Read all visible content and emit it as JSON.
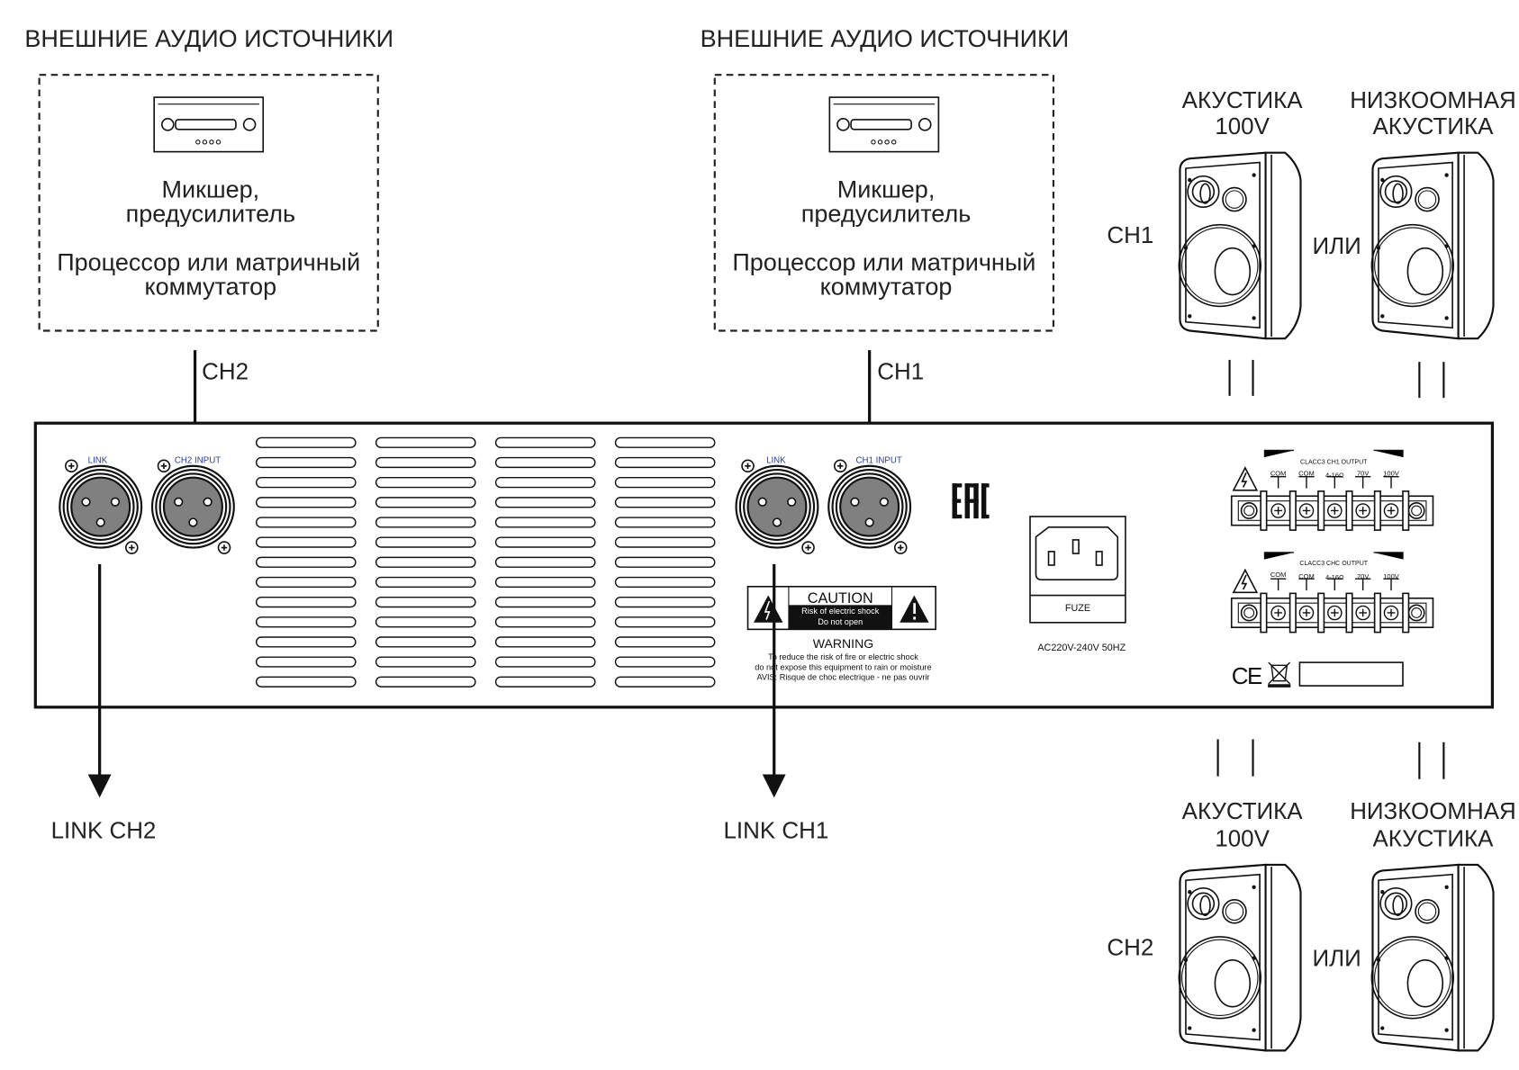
{
  "sources": [
    {
      "title": "ВНЕШНИЕ АУДИО ИСТОЧНИКИ",
      "line1": "Микшер,",
      "line2": "предусилитель",
      "line3": "Процессор или матричный",
      "line4": "коммутатор",
      "channel": "CH2"
    },
    {
      "title": "ВНЕШНИЕ АУДИО ИСТОЧНИКИ",
      "line1": "Микшер,",
      "line2": "предусилитель",
      "line3": "Процессор или матричный",
      "line4": "коммутатор",
      "channel": "CH1"
    }
  ],
  "panel": {
    "ch2_link": "LINK",
    "ch2_input": "CH2 INPUT",
    "ch1_link": "LINK",
    "ch1_input": "CH1 INPUT",
    "eac_logo": "EAC",
    "fuse": "FUZE",
    "power": "AC220V-240V 50HZ",
    "caution": {
      "title": "CAUTION",
      "line1": "Risk of electric shock",
      "line2": "Do not open",
      "warning": "WARNING",
      "w1": "To reduce the risk of fire or electric shock",
      "w2": "do not expose this equipment to rain or moisture",
      "w3": "AVIS: Risque de choc electrique - ne pas ouvrir"
    },
    "out1_title": "CLACC3 CH1  OUTPUT",
    "out2_title": "CLACC3 CHC  OUTPUT",
    "terminals": [
      "COM",
      "COM",
      "4-16Ω",
      "70V",
      "100V"
    ],
    "ce_mark": "CE"
  },
  "links": {
    "ch2": "LINK CH2",
    "ch1": "LINK CH1"
  },
  "speakers": {
    "top": {
      "channel": "CH1",
      "left1": "АКУСТИКА",
      "left2": "100V",
      "or": "ИЛИ",
      "right1": "НИЗКООМНАЯ",
      "right2": "АКУСТИКА"
    },
    "bottom": {
      "channel": "CH2",
      "left1": "АКУСТИКА",
      "left2": "100V",
      "or": "ИЛИ",
      "right1": "НИЗКООМНАЯ",
      "right2": "АКУСТИКА"
    }
  },
  "colors": {
    "line": "#111111",
    "connector": "#808080",
    "label_blue": "#2a3f8f"
  }
}
